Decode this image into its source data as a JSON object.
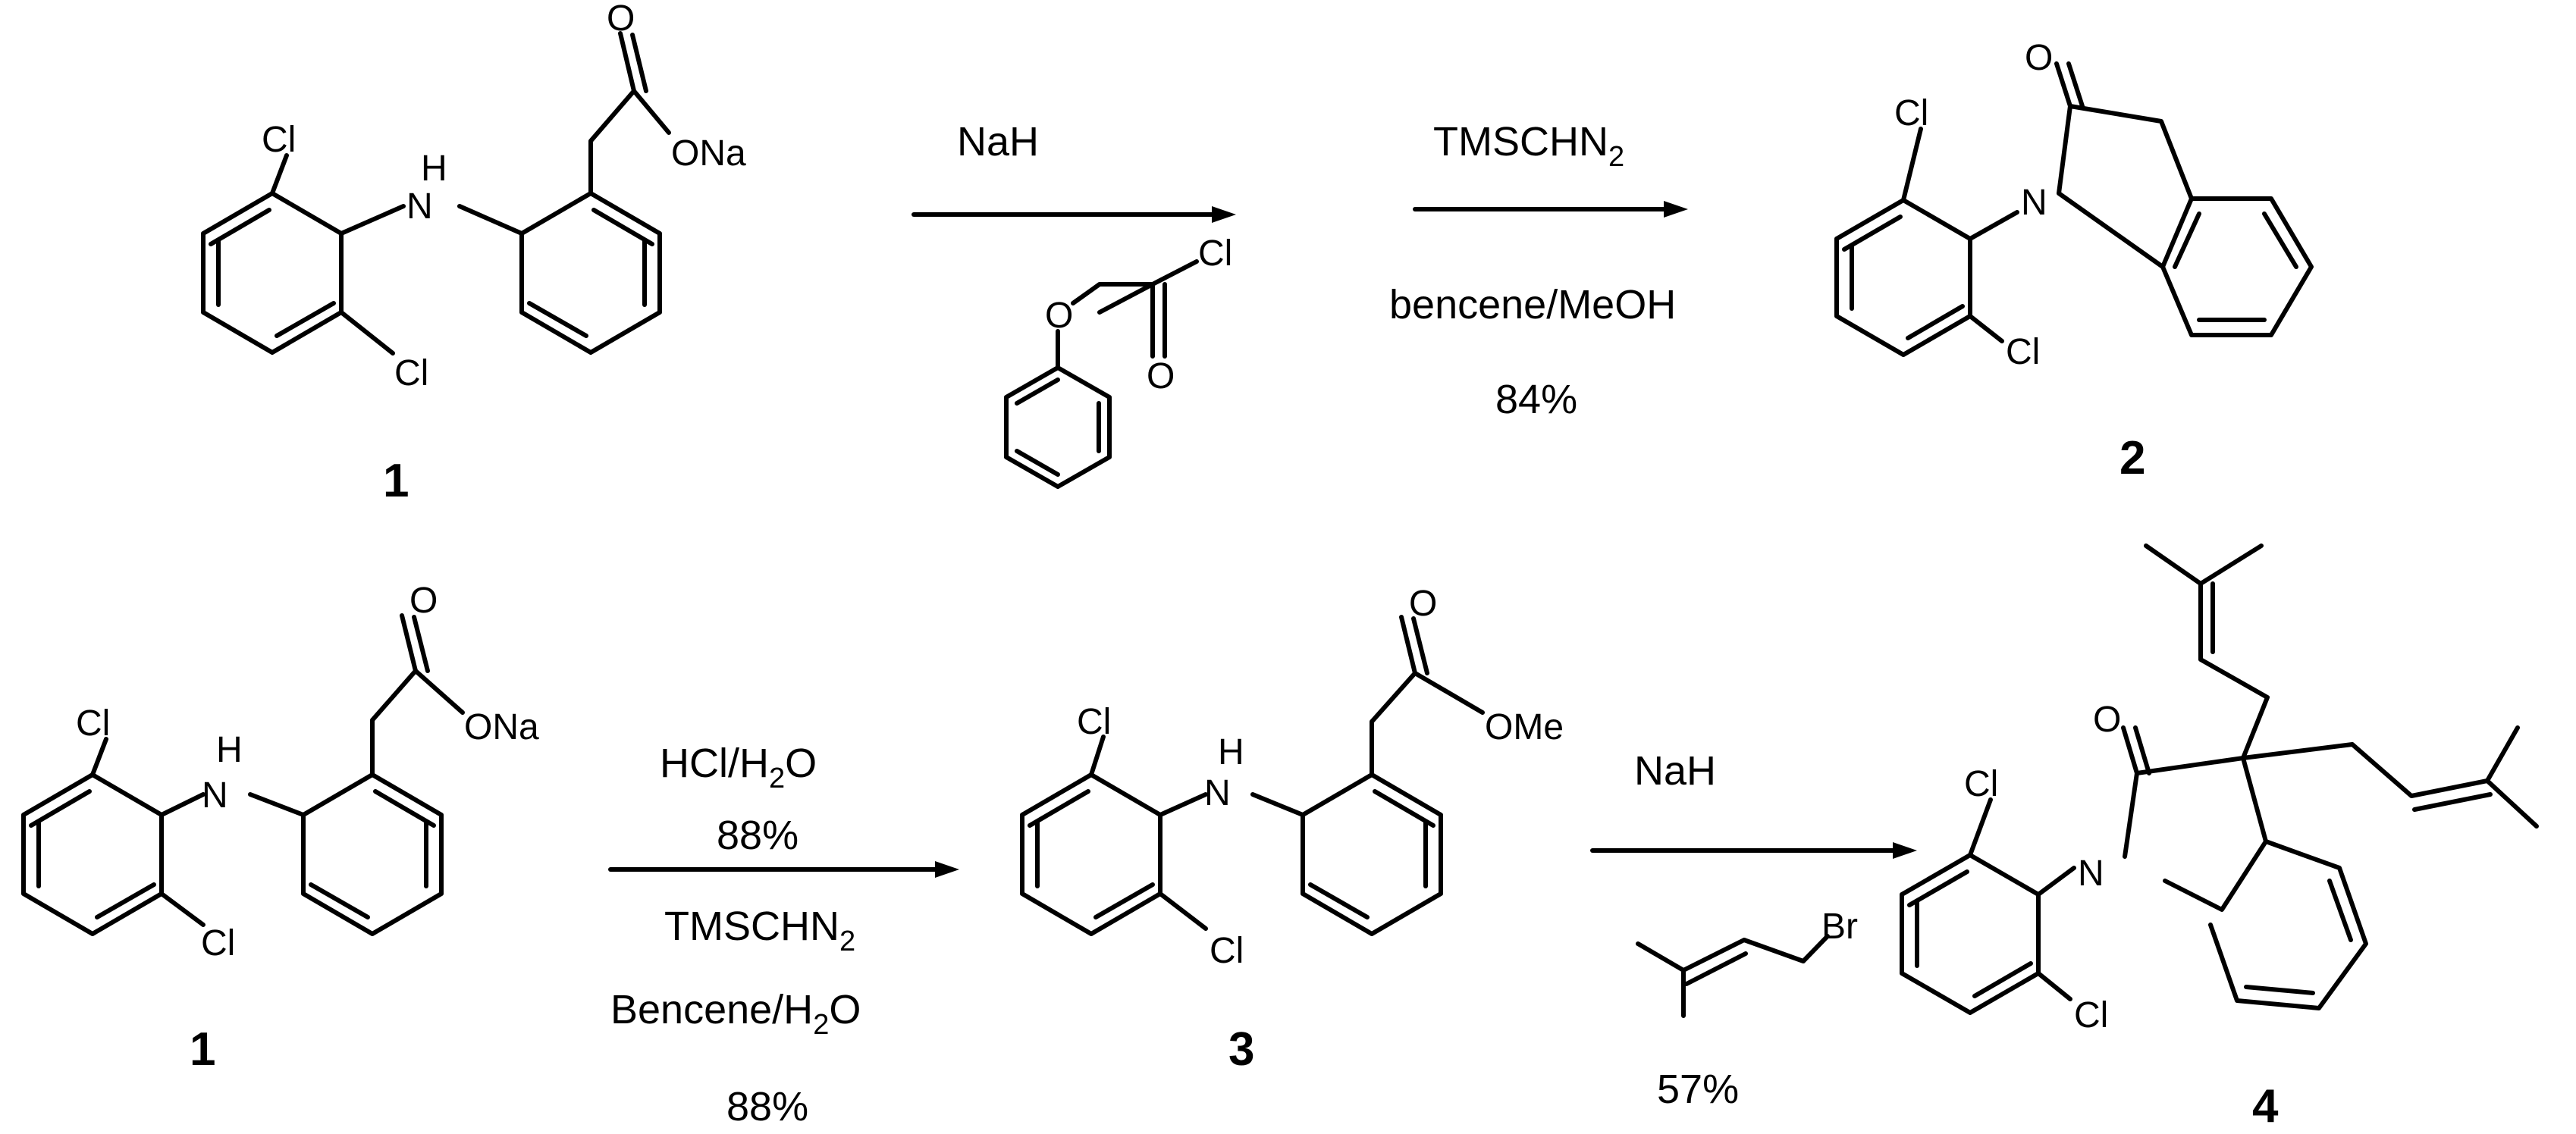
{
  "atoms": {
    "cl": "Cl",
    "h": "H",
    "n": "N",
    "o": "O",
    "ona": "ONa",
    "ome": "OMe",
    "br": "Br"
  },
  "compounds": {
    "c1_top": "1",
    "c2": "2",
    "c1_bottom": "1",
    "c3": "3",
    "c4": "4"
  },
  "reactions": {
    "r1_above": "NaH",
    "r2_above": "TMSCHN",
    "r2_above_sub": "2",
    "r2_below": "bencene/MeOH",
    "r2_yield": "84%",
    "r3_line1_pre": "HCl/H",
    "r3_line1_sub": "2",
    "r3_line1_post": "O",
    "r3_yield1": "88%",
    "r3_line2": "TMSCHN",
    "r3_line2_sub": "2",
    "r3_line3_pre": "Bencene/H",
    "r3_line3_sub": "2",
    "r3_line3_post": "O",
    "r3_yield2": "88%",
    "r4_above": "NaH",
    "r4_yield": "57%"
  }
}
